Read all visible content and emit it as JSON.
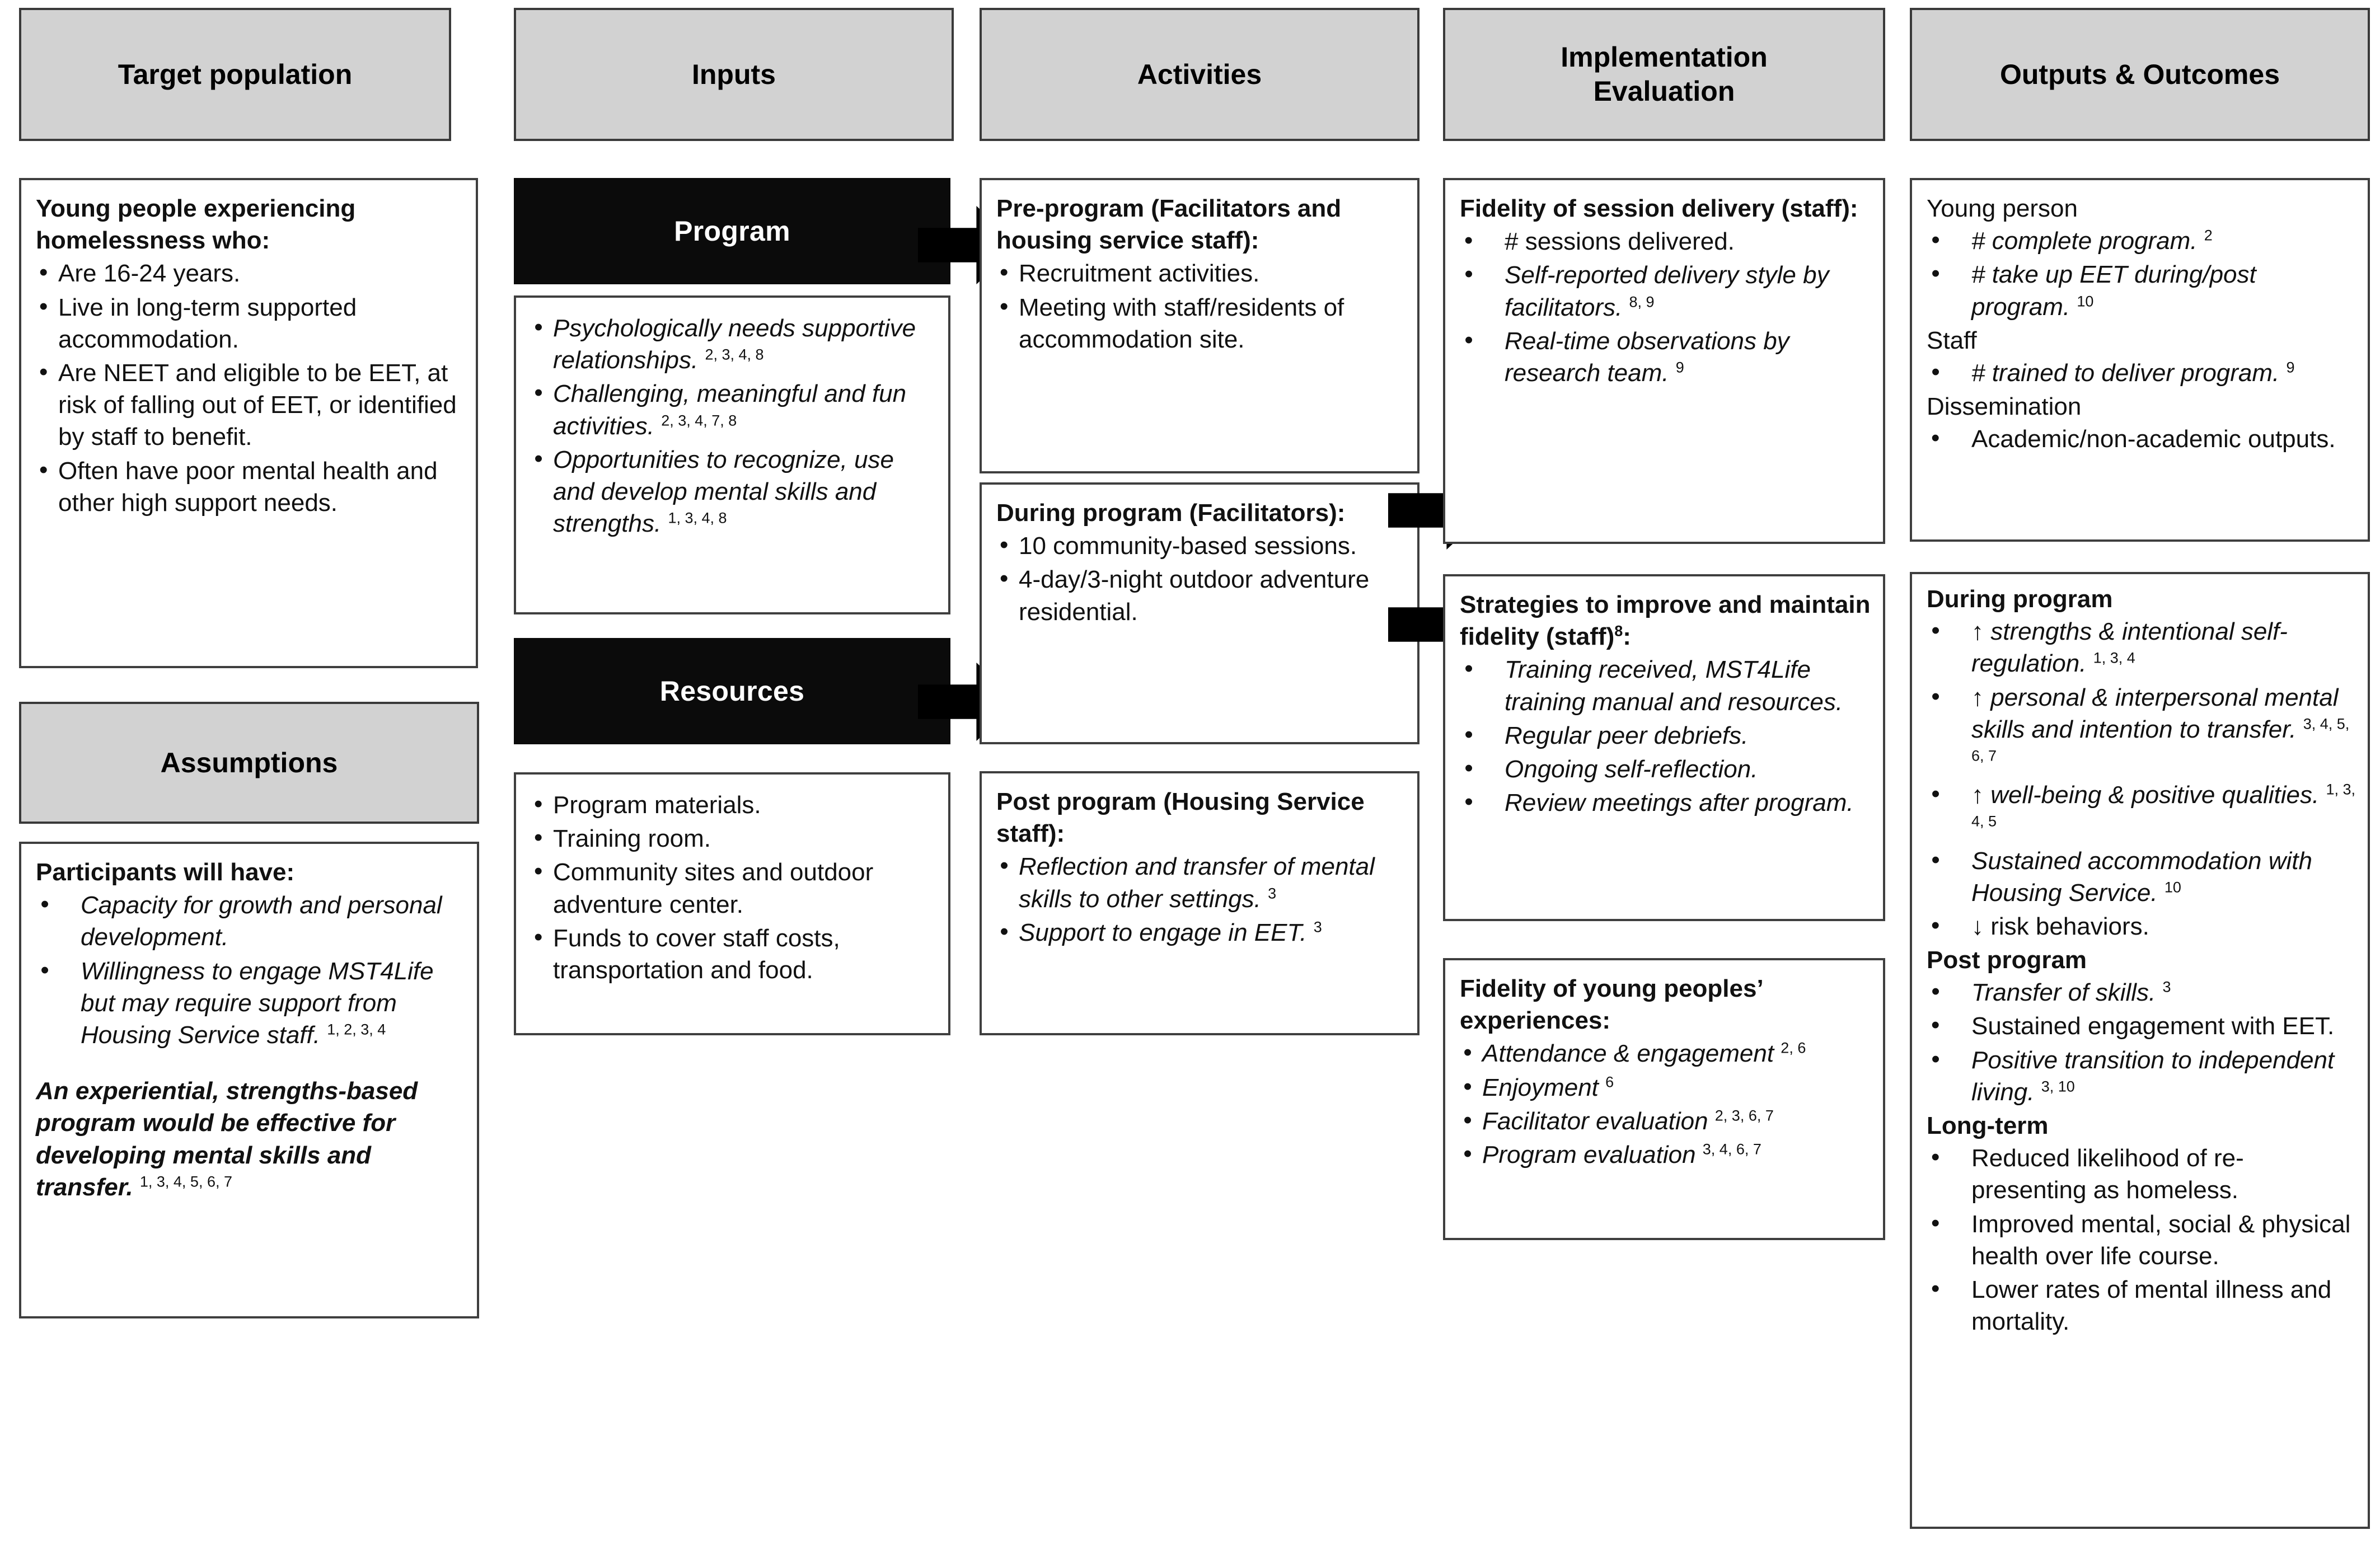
{
  "columns": [
    {
      "id": "target-population",
      "header": "Target population"
    },
    {
      "id": "inputs",
      "header": "Inputs"
    },
    {
      "id": "activities",
      "header": "Activities"
    },
    {
      "id": "implementation-evaluation",
      "header": "Implementation\nEvaluation"
    },
    {
      "id": "outputs-outcomes",
      "header": "Outputs & Outcomes"
    }
  ],
  "target_population": {
    "header": "Target population",
    "box": {
      "title": "Young people experiencing homelessness who:",
      "items": [
        "Are 16-24 years.",
        "Live in long-term supported accommodation.",
        "Are NEET and eligible to be EET, at risk of falling out of EET, or identified by staff to benefit.",
        "Often have poor mental health and other high support needs."
      ]
    }
  },
  "assumptions": {
    "header": "Assumptions",
    "box": {
      "title": "Participants will have:",
      "items": [
        {
          "text": "Capacity for growth and personal development.",
          "refs": ""
        },
        {
          "text": "Willingness to engage MST4Life but may require support from Housing Service staff.",
          "refs": "1, 2, 3, 4"
        }
      ],
      "closing": {
        "text": "An experiential, strengths-based  program would be effective for developing mental skills and transfer.",
        "refs": "1, 3, 4, 5, 6, 7"
      }
    }
  },
  "inputs": {
    "header": "Inputs",
    "program_label": "Program",
    "resources_label": "Resources",
    "program_items": [
      {
        "text": "Psychologically needs supportive relationships.",
        "refs": "2, 3, 4, 8"
      },
      {
        "text": "Challenging, meaningful and fun activities.",
        "refs": "2, 3, 4, 7, 8"
      },
      {
        "text": "Opportunities to recognize, use and develop mental skills and strengths.",
        "refs": "1, 3, 4, 8"
      }
    ],
    "resources_items": [
      "Program materials.",
      "Training room.",
      "Community sites and outdoor adventure center.",
      "Funds to cover staff costs, transportation and food."
    ]
  },
  "activities": {
    "header": "Activities",
    "pre_program": {
      "title": "Pre-program (Facilitators and housing service staff):",
      "items": [
        "Recruitment activities.",
        "Meeting with staff/residents of accommodation site."
      ]
    },
    "during_program": {
      "title": "During program (Facilitators):",
      "items": [
        "10 community-based sessions.",
        "4-day/3-night outdoor adventure residential."
      ]
    },
    "post_program": {
      "title": "Post program (Housing Service staff):",
      "items": [
        {
          "text": "Reflection and transfer of mental skills to other settings.",
          "refs": "3"
        },
        {
          "text": "Support to engage in EET.",
          "refs": "3"
        }
      ]
    }
  },
  "implementation_evaluation": {
    "header": "Implementation Evaluation",
    "header_line1": "Implementation",
    "header_line2": "Evaluation",
    "fidelity_session": {
      "title": "Fidelity of session delivery (staff):",
      "items": [
        {
          "text": "# sessions delivered.",
          "refs": "",
          "italic": false
        },
        {
          "text": "Self-reported delivery style by facilitators.",
          "refs": "8, 9",
          "italic": true
        },
        {
          "text": "Real-time observations by research team.",
          "refs": "9",
          "italic": true
        }
      ]
    },
    "strategies": {
      "title": "Strategies to improve and maintain fidelity (staff)",
      "title_ref": "8",
      "title_suffix": ":",
      "items": [
        {
          "text": "Training received, MST4Life training manual and resources.",
          "refs": ""
        },
        {
          "text": "Regular peer debriefs.",
          "refs": ""
        },
        {
          "text": "Ongoing self-reflection.",
          "refs": ""
        },
        {
          "text": "Review meetings after program.",
          "refs": ""
        }
      ]
    },
    "fidelity_young_people": {
      "title": "Fidelity of young peoples’ experiences:",
      "items": [
        {
          "text": "Attendance & engagement",
          "refs": "2, 6"
        },
        {
          "text": "Enjoyment",
          "refs": "6"
        },
        {
          "text": "Facilitator evaluation",
          "refs": "2, 3, 6, 7"
        },
        {
          "text": "Program evaluation",
          "refs": "3, 4, 6, 7"
        }
      ]
    }
  },
  "outputs_outcomes": {
    "header": "Outputs & Outcomes",
    "outputs_box": {
      "groups": [
        {
          "label": "Young person",
          "items": [
            {
              "text": "# complete program.",
              "refs": "2",
              "italic": true
            },
            {
              "text": "# take up EET during/post program.",
              "refs": "10",
              "italic": true
            }
          ]
        },
        {
          "label": "Staff",
          "items": [
            {
              "text": "# trained to deliver program.",
              "refs": "9",
              "italic": true
            }
          ]
        },
        {
          "label": "Dissemination",
          "items": [
            {
              "text": "Academic/non-academic outputs.",
              "refs": "",
              "italic": false
            }
          ]
        }
      ]
    },
    "outcomes_box": {
      "groups": [
        {
          "label": "During program",
          "items": [
            {
              "arrow": "↑",
              "text": "strengths & intentional self-regulation.",
              "refs": "1, 3, 4",
              "italic": true
            },
            {
              "arrow": "↑",
              "text": "personal & interpersonal mental skills and intention to transfer.",
              "refs": "3, 4, 5, 6, 7",
              "italic": true
            },
            {
              "arrow": "↑",
              "text": "well-being & positive qualities.",
              "refs": "1, 3, 4, 5",
              "italic": true
            },
            {
              "arrow": "",
              "text": "Sustained accommodation with Housing Service.",
              "refs": "10",
              "italic": true
            },
            {
              "arrow": "↓",
              "text": "risk behaviors.",
              "refs": "",
              "italic": false
            }
          ]
        },
        {
          "label": "Post program",
          "items": [
            {
              "arrow": "",
              "text": "Transfer of skills.",
              "refs": "3",
              "italic": true
            },
            {
              "arrow": "",
              "text": "Sustained engagement with EET.",
              "refs": "",
              "italic": false
            },
            {
              "arrow": "",
              "text": "Positive transition to independent living.",
              "refs": "3, 10",
              "italic": true
            }
          ]
        },
        {
          "label": "Long-term",
          "items": [
            {
              "arrow": "",
              "text": "Reduced likelihood of re-presenting as homeless.",
              "refs": "",
              "italic": false
            },
            {
              "arrow": "",
              "text": "Improved mental, social & physical health over life course.",
              "refs": "",
              "italic": false
            },
            {
              "arrow": "",
              "text": "Lower rates of mental illness and mortality.",
              "refs": "",
              "italic": false
            }
          ]
        }
      ]
    }
  },
  "colors": {
    "header_fill": "#d2d2d2",
    "border": "#3f3f3f",
    "black_fill": "#0b0b0b",
    "text": "#111111"
  }
}
